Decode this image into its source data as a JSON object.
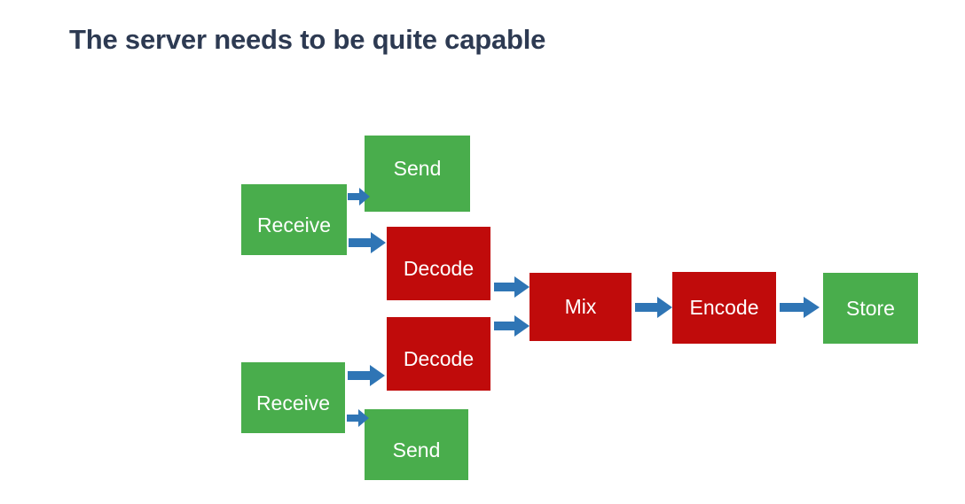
{
  "slide": {
    "title": "The server needs to be quite capable",
    "background_color": "#ffffff",
    "title_color": "#2d3a52"
  },
  "palette": {
    "green": "#49ad4c",
    "red": "#c00b0b",
    "arrow_blue": "#2f75b5",
    "node_text": "#ffffff"
  },
  "diagram": {
    "type": "flowchart",
    "nodes": [
      {
        "id": "receive-top",
        "label": "Receive",
        "color": "green"
      },
      {
        "id": "send-top",
        "label": "Send",
        "color": "green"
      },
      {
        "id": "decode-top",
        "label": "Decode",
        "color": "red"
      },
      {
        "id": "decode-bottom",
        "label": "Decode",
        "color": "red"
      },
      {
        "id": "receive-bottom",
        "label": "Receive",
        "color": "green"
      },
      {
        "id": "send-bottom",
        "label": "Send",
        "color": "green"
      },
      {
        "id": "mix",
        "label": "Mix",
        "color": "red"
      },
      {
        "id": "encode",
        "label": "Encode",
        "color": "red"
      },
      {
        "id": "store",
        "label": "Store",
        "color": "green"
      }
    ],
    "edges": [
      {
        "from": "receive-top",
        "to": "send-top"
      },
      {
        "from": "receive-top",
        "to": "decode-top"
      },
      {
        "from": "receive-bottom",
        "to": "decode-bottom"
      },
      {
        "from": "receive-bottom",
        "to": "send-bottom"
      },
      {
        "from": "decode-top",
        "to": "mix"
      },
      {
        "from": "decode-bottom",
        "to": "mix"
      },
      {
        "from": "mix",
        "to": "encode"
      },
      {
        "from": "encode",
        "to": "store"
      }
    ]
  }
}
